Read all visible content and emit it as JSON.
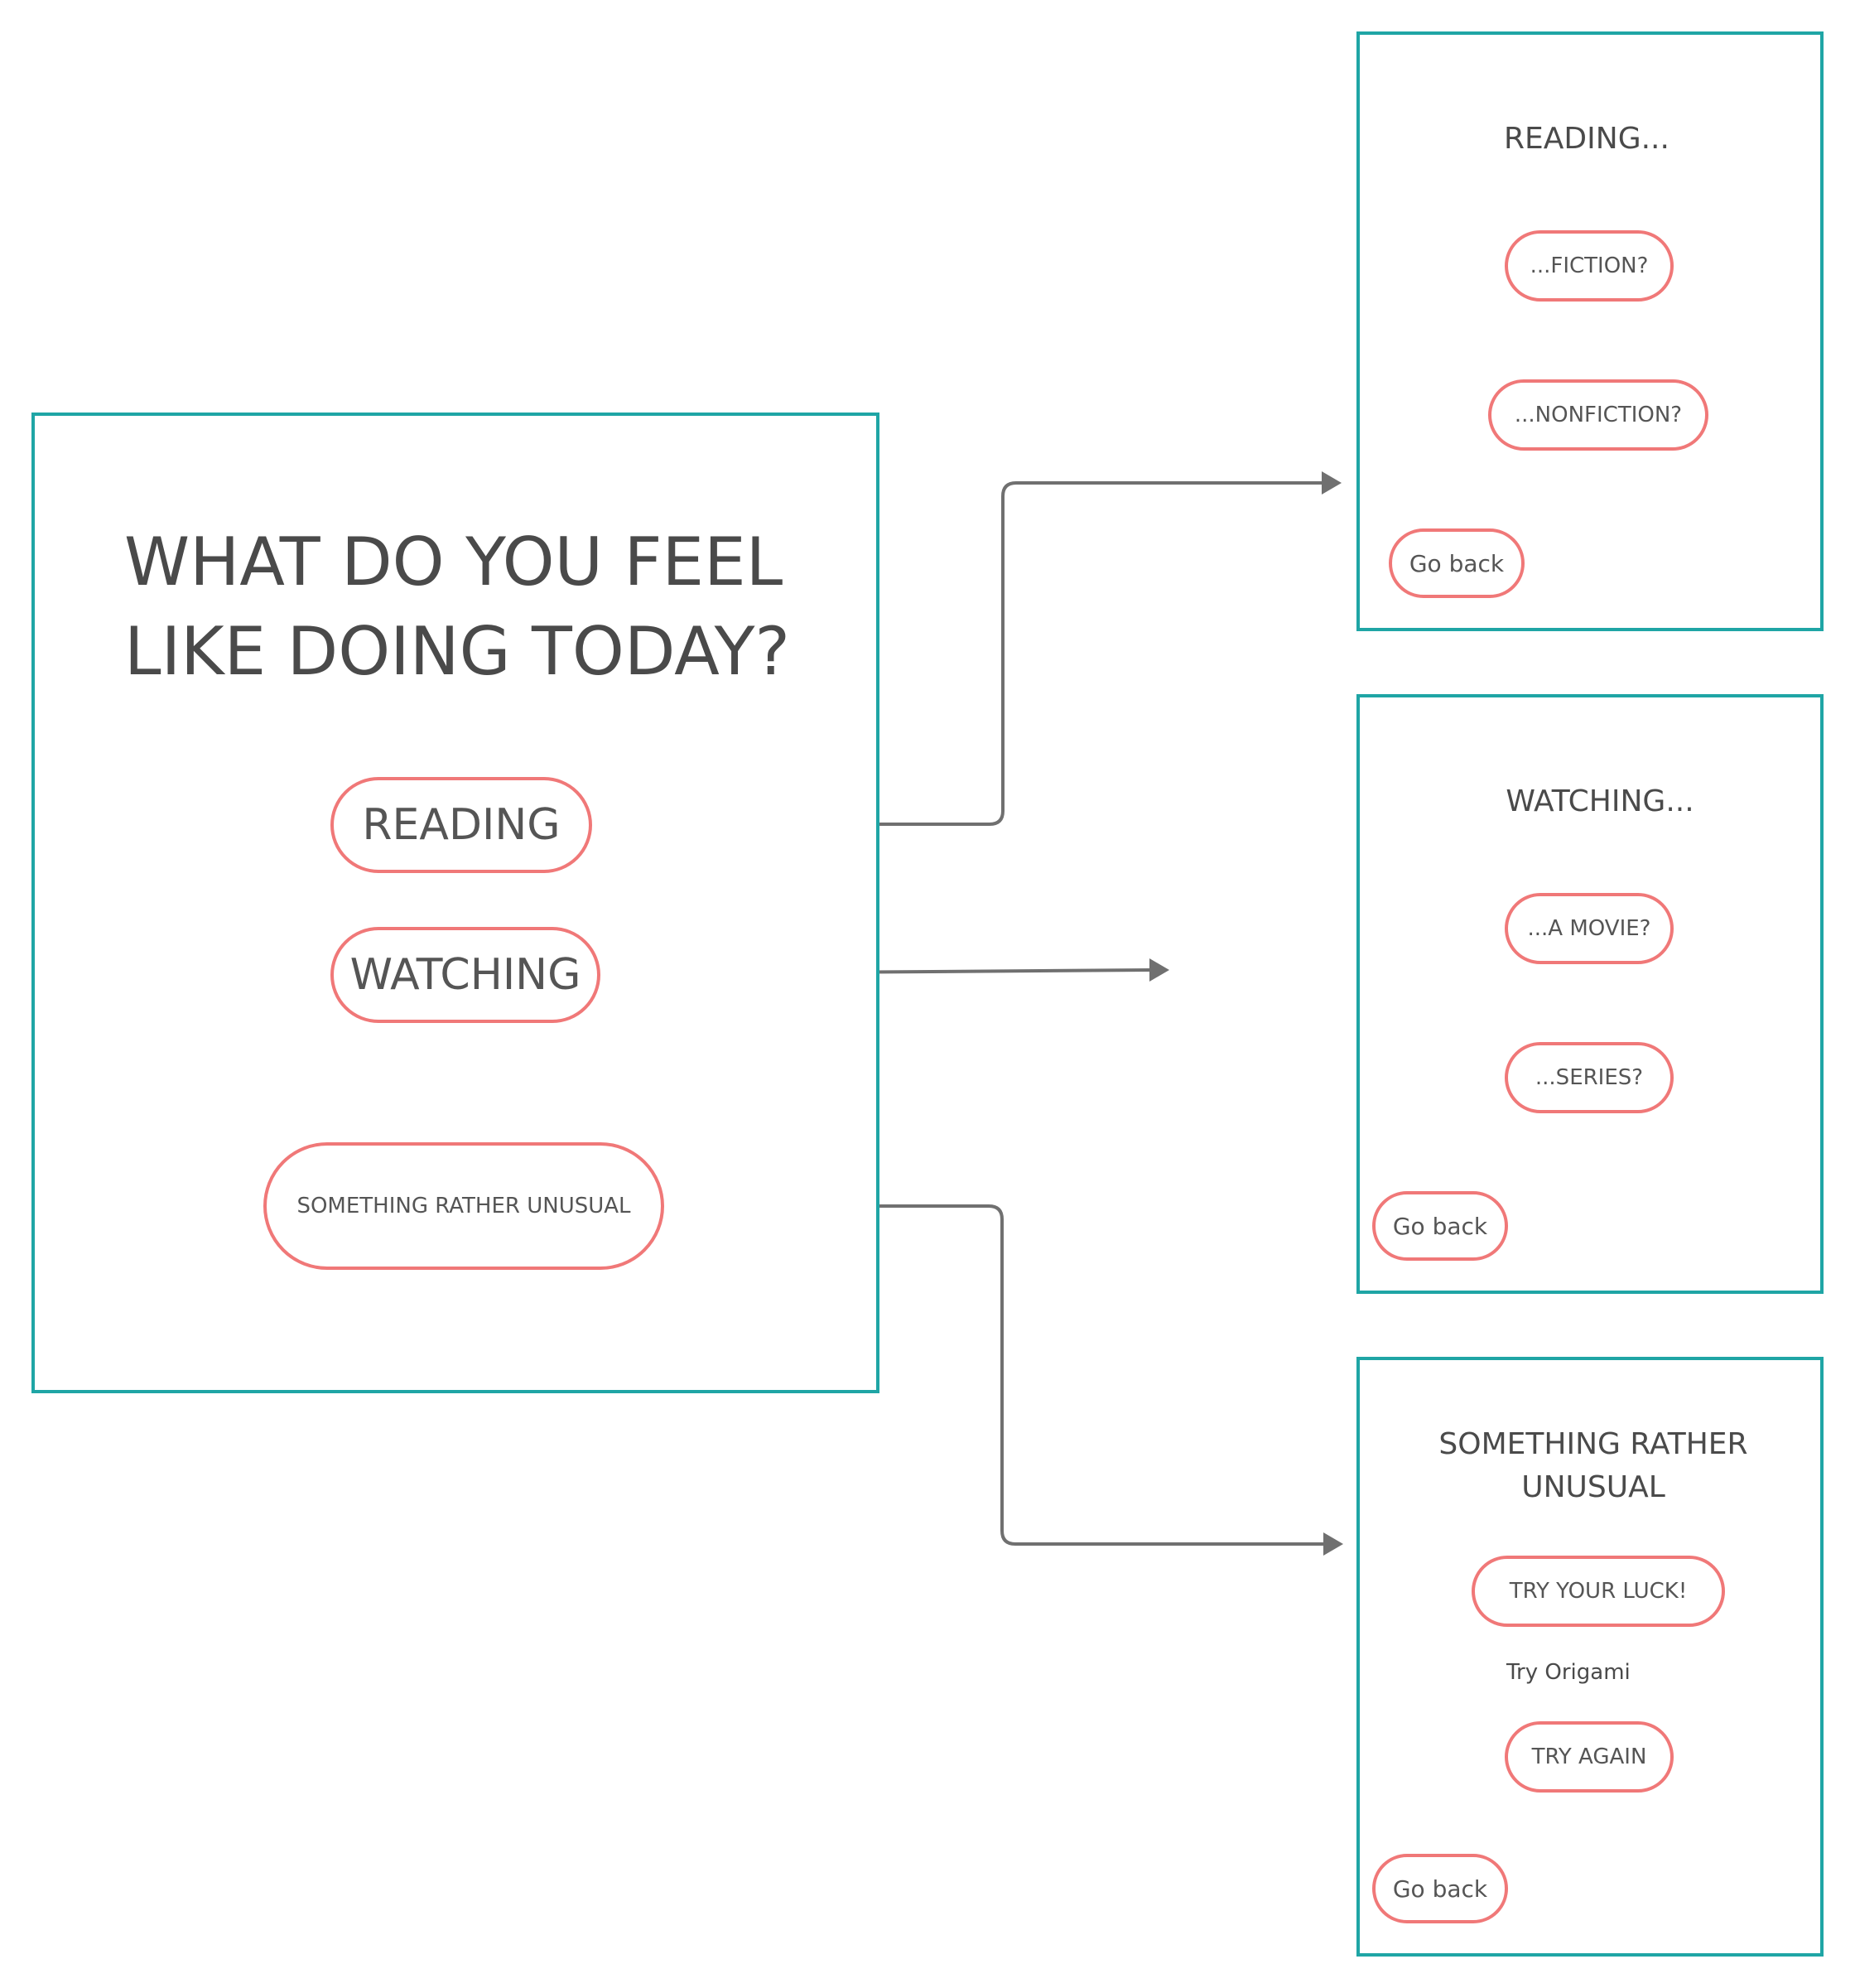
{
  "colors": {
    "frame_border": "#1fa5a5",
    "button_border": "#f07878",
    "connector": "#707070",
    "text": "#4a4a4a"
  },
  "main_screen": {
    "title_line1": "WHAT DO YOU FEEL",
    "title_line2": "LIKE DOING TODAY?",
    "buttons": {
      "reading": "READING",
      "watching": "WATCHING",
      "unusual": "SOMETHING RATHER UNUSUAL"
    }
  },
  "reading_screen": {
    "title": "READING...",
    "options": [
      "...FICTION?",
      "...NONFICTION?"
    ],
    "back_label": "Go back"
  },
  "watching_screen": {
    "title": "WATCHING...",
    "options": [
      "...A MOVIE?",
      "...SERIES?"
    ],
    "back_label": "Go back"
  },
  "unusual_screen": {
    "title_line1": "SOMETHING RATHER",
    "title_line2": "UNUSUAL",
    "luck_label": "TRY YOUR LUCK!",
    "suggestion": "Try Origami",
    "again_label": "TRY AGAIN",
    "back_label": "Go back"
  }
}
